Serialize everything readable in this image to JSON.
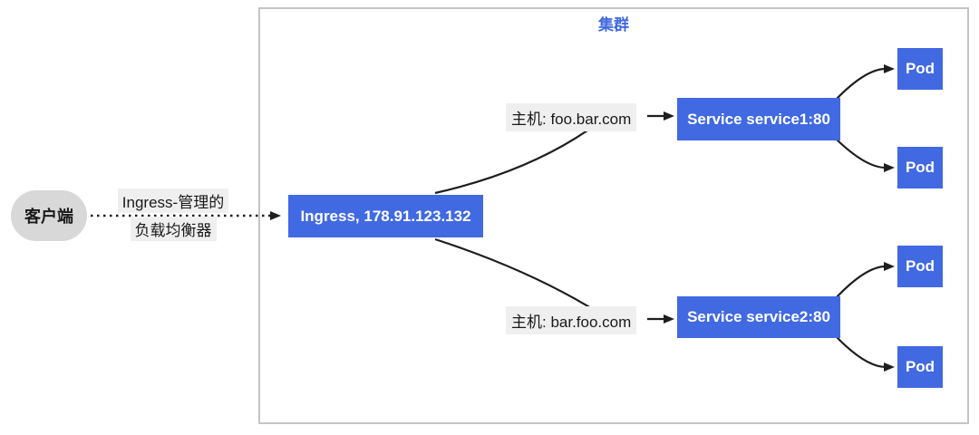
{
  "diagram": {
    "cluster": {
      "title": "集群"
    },
    "client": {
      "label": "客户端"
    },
    "client_edge": {
      "label_line1": "Ingress-管理的",
      "label_line2": "负载均衡器"
    },
    "ingress": {
      "label": "Ingress, 178.91.123.132"
    },
    "routes": [
      {
        "host_label": "主机: foo.bar.com",
        "service": "Service service1:80",
        "pods": [
          "Pod",
          "Pod"
        ]
      },
      {
        "host_label": "主机: bar.foo.com",
        "service": "Service service2:80",
        "pods": [
          "Pod",
          "Pod"
        ]
      }
    ],
    "colors": {
      "node_blue": "#4169e1",
      "node_text": "#ffffff",
      "cluster_title_blue": "#4169e1",
      "cluster_border_gray": "#c4c4c4",
      "label_bg_gray": "#efefef",
      "client_bg_gray": "#d8d8d8",
      "arrow_black": "#1e1e1e"
    }
  }
}
